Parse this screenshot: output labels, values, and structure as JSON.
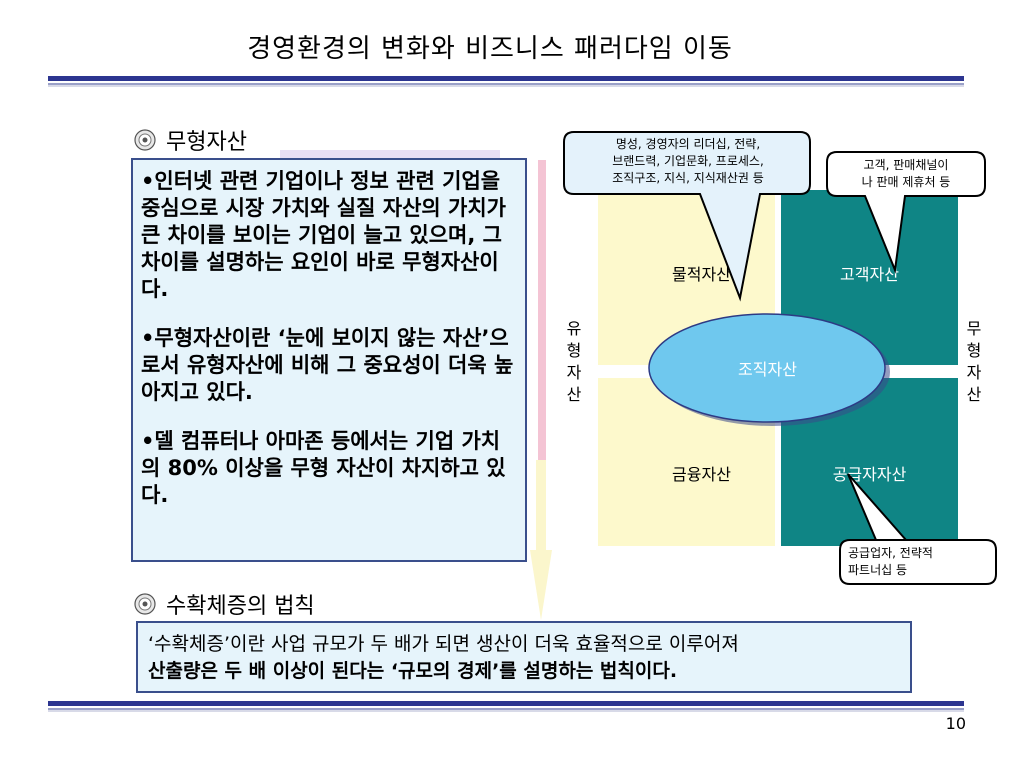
{
  "slide": {
    "title": "경영환경의 변화와 비즈니스 패러다임 이동",
    "page_number": "10"
  },
  "section1": {
    "heading": "무형자산",
    "paragraphs": [
      "•인터넷 관련 기업이나 정보 관련 기업을 중심으로 시장 가치와 실질 자산의 가치가 큰 차이를 보이는 기업이 늘고 있으며, 그 차이를 설명하는 요인이 바로 무형자산이다.",
      "•무형자산이란 ‘눈에 보이지 않는 자산’으로서 유형자산에 비해 그 중요성이 더욱 높아지고 있다.",
      "•델 컴퓨터나 아마존 등에서는 기업 가치의 80% 이상을 무형 자산이 차지하고 있다."
    ]
  },
  "diagram": {
    "quadrants": {
      "top_left": "물적자산",
      "top_right": "고객자산",
      "bottom_left": "금융자산",
      "bottom_right": "공급자자산"
    },
    "center": "조직자산",
    "left_label": [
      "유",
      "형",
      "자",
      "산"
    ],
    "right_label": [
      "무",
      "형",
      "자",
      "산"
    ],
    "callouts": {
      "org": [
        "명성, 경영자의 리더십, 전략,",
        "브랜드력, 기업문화, 프로세스,",
        "조직구조, 지식, 지식재산권 등"
      ],
      "customer": [
        "고객, 판매채널이",
        "나 판매 제휴처 등"
      ],
      "supplier": [
        "공급업자, 전략적",
        "파트너십 등"
      ]
    }
  },
  "section2": {
    "heading": "수확체증의 법칙",
    "lines": [
      "‘수확체증’이란 사업 규모가 두 배가 되면 생산이 더욱 효율적으로 이루어져",
      "산출량은 두 배 이상이 된다는 ‘규모의 경제’를 설명하는 법칙이다."
    ]
  },
  "colors": {
    "rule": "#2c3590",
    "box_fill": "#e6f4fb",
    "teal": "#0f8585",
    "yellow": "#fdf9cc",
    "ellipse": "#6fc8ee"
  }
}
